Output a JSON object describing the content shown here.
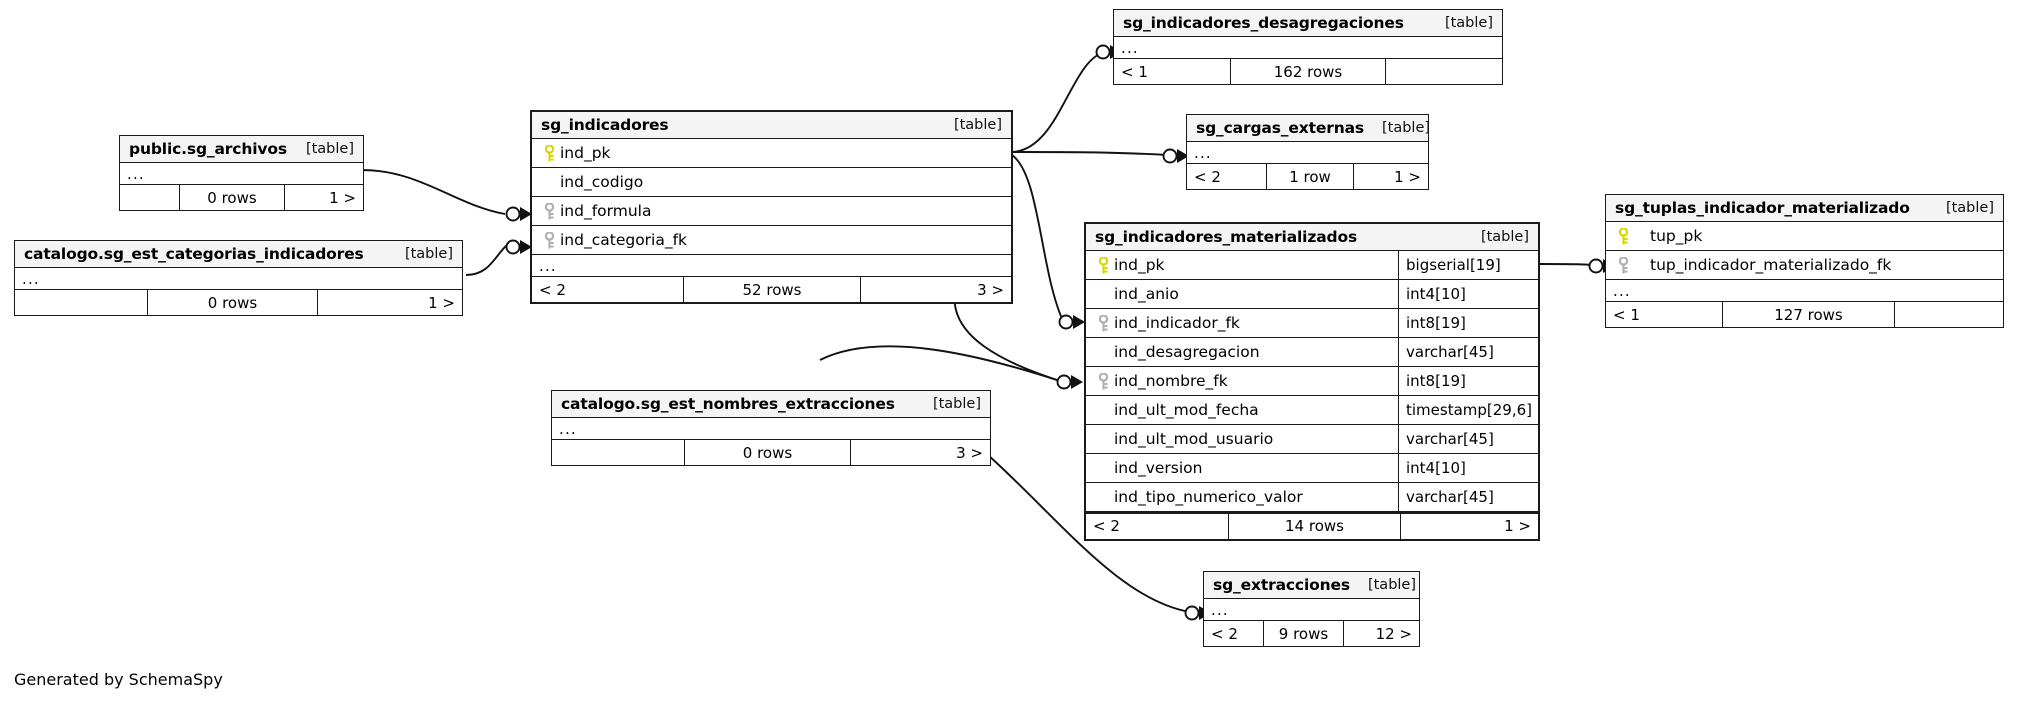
{
  "diagram": {
    "credit": "Generated by SchemaSpy",
    "table_tag": "[table]",
    "ellipsis": "...",
    "colors": {
      "primary_key": "#d8d800",
      "foreign_key": "#b0b0b0",
      "header_background": "#f4f4f4",
      "border": "#1a1a1a",
      "background": "#ffffff"
    }
  },
  "tables": {
    "sg_archivos": {
      "title": "public.sg_archivos",
      "tag": "[table]",
      "ellipsis": "...",
      "footer": {
        "left": "",
        "center": "0 rows",
        "right": "1 >"
      }
    },
    "sg_est_categorias_indicadores": {
      "title": "catalogo.sg_est_categorias_indicadores",
      "tag": "[table]",
      "ellipsis": "...",
      "footer": {
        "left": "",
        "center": "0 rows",
        "right": "1 >"
      }
    },
    "sg_indicadores": {
      "title": "sg_indicadores",
      "tag": "[table]",
      "ellipsis": "...",
      "columns": [
        {
          "name": "ind_pk",
          "key": "primary",
          "type": ""
        },
        {
          "name": "ind_codigo",
          "key": "none",
          "type": ""
        },
        {
          "name": "ind_formula",
          "key": "foreign",
          "type": ""
        },
        {
          "name": "ind_categoria_fk",
          "key": "foreign",
          "type": ""
        }
      ],
      "footer": {
        "left": "< 2",
        "center": "52 rows",
        "right": "3 >"
      }
    },
    "sg_indicadores_desagregaciones": {
      "title": "sg_indicadores_desagregaciones",
      "tag": "[table]",
      "ellipsis": "...",
      "footer": {
        "left": "< 1",
        "center": "162 rows",
        "right": ""
      }
    },
    "sg_cargas_externas": {
      "title": "sg_cargas_externas",
      "tag": "[table]",
      "ellipsis": "...",
      "footer": {
        "left": "< 2",
        "center": "1 row",
        "right": "1 >"
      }
    },
    "sg_indicadores_materializados": {
      "title": "sg_indicadores_materializados",
      "tag": "[table]",
      "ellipsis": "...",
      "columns": [
        {
          "name": "ind_pk",
          "key": "primary",
          "type": "bigserial[19]"
        },
        {
          "name": "ind_anio",
          "key": "none",
          "type": "int4[10]"
        },
        {
          "name": "ind_indicador_fk",
          "key": "foreign",
          "type": "int8[19]"
        },
        {
          "name": "ind_desagregacion",
          "key": "none",
          "type": "varchar[45]"
        },
        {
          "name": "ind_nombre_fk",
          "key": "foreign",
          "type": "int8[19]"
        },
        {
          "name": "ind_ult_mod_fecha",
          "key": "none",
          "type": "timestamp[29,6]"
        },
        {
          "name": "ind_ult_mod_usuario",
          "key": "none",
          "type": "varchar[45]"
        },
        {
          "name": "ind_version",
          "key": "none",
          "type": "int4[10]"
        },
        {
          "name": "ind_tipo_numerico_valor",
          "key": "none",
          "type": "varchar[45]"
        }
      ],
      "footer": {
        "left": "< 2",
        "center": "14 rows",
        "right": "1 >"
      }
    },
    "sg_tuplas_indicador_materializado": {
      "title": "sg_tuplas_indicador_materializado",
      "tag": "[table]",
      "ellipsis": "...",
      "columns": [
        {
          "name": "tup_pk",
          "key": "primary",
          "type": ""
        },
        {
          "name": "tup_indicador_materializado_fk",
          "key": "foreign",
          "type": ""
        }
      ],
      "footer": {
        "left": "< 1",
        "center": "127 rows",
        "right": ""
      }
    },
    "sg_est_nombres_extracciones": {
      "title": "catalogo.sg_est_nombres_extracciones",
      "tag": "[table]",
      "ellipsis": "...",
      "footer": {
        "left": "",
        "center": "0 rows",
        "right": "3 >"
      }
    },
    "sg_extracciones": {
      "title": "sg_extracciones",
      "tag": "[table]",
      "ellipsis": "...",
      "footer": {
        "left": "< 2",
        "center": "9 rows",
        "right": "12 >"
      }
    }
  }
}
